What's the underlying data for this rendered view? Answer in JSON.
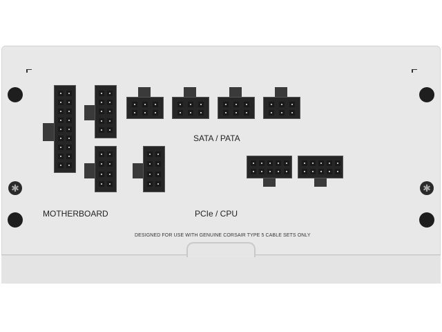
{
  "labels": {
    "motherboard": "MOTHERBOARD",
    "sata_pata": "SATA / PATA",
    "pcie_cpu": "PCIe / CPU",
    "notice": "DESIGNED FOR USE WITH GENUINE CORSAIR TYPE 5 CABLE SETS ONLY"
  }
}
